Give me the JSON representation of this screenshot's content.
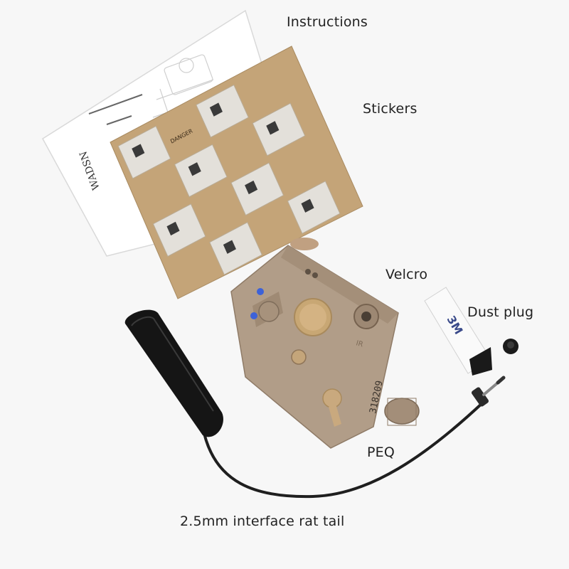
{
  "labels": {
    "instructions": "Instructions",
    "stickers": "Stickers",
    "velcro": "Velcro",
    "dust_plug": "Dust plug",
    "peq": "PEQ",
    "rat_tail": "2.5mm interface rat tail"
  },
  "device": {
    "serial": "318209",
    "panel_mark": "IR"
  },
  "stickers": {
    "warning_word": "DANGER"
  },
  "manual": {
    "brand": "WADSN"
  },
  "velcro_brand": "3M",
  "colors": {
    "background": "#f7f7f7",
    "tan": "#b19d88",
    "sticker_tan": "#c4a478",
    "cable": "#1f1f1f",
    "label_text": "#222222"
  }
}
